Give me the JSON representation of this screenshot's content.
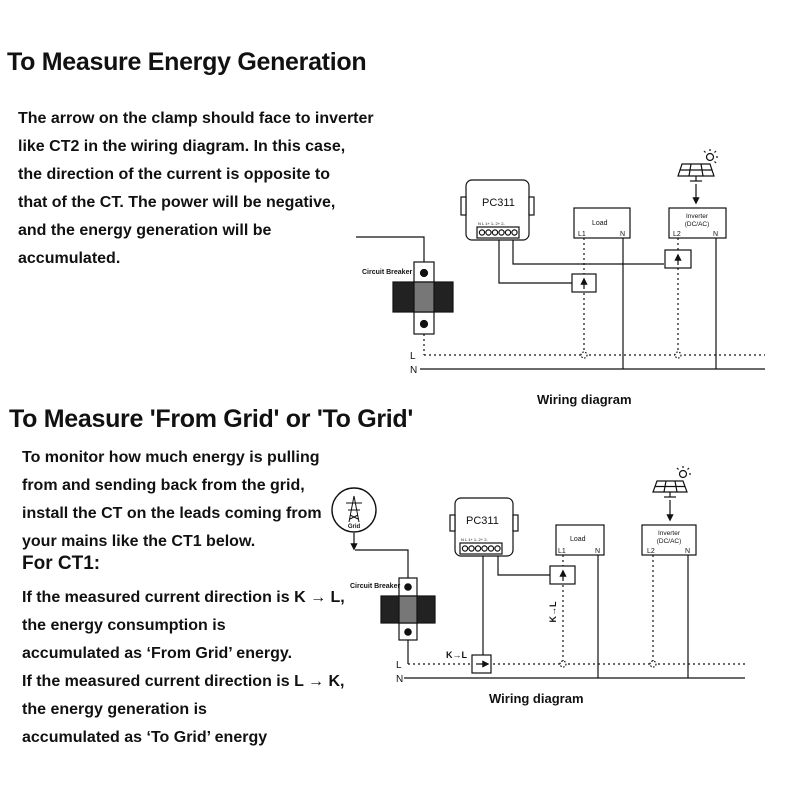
{
  "section1": {
    "title": "To Measure Energy Generation",
    "paragraph": [
      "The arrow on the clamp should face to inverter",
      "like CT2 in the wiring diagram. In this case,",
      "the direction of the current is opposite to",
      "that of the CT. The power will be negative,",
      "and the energy generation will be",
      "accumulated."
    ],
    "diagram": {
      "device_label": "PC311",
      "terminal_labels": "N  L  1+ 1- 2+ 2-",
      "breaker_label": "Circuit Breaker",
      "load_label": "Load",
      "load_l": "L1",
      "load_n": "N",
      "inverter_label_1": "Inverter",
      "inverter_label_2": "(DC/AC)",
      "inverter_l": "L2",
      "inverter_n": "N",
      "line_l": "L",
      "line_n": "N",
      "caption": "Wiring diagram"
    }
  },
  "section2": {
    "title": "To Measure 'From Grid' or 'To Grid'",
    "paragraph": [
      "To monitor how much energy is pulling",
      "from and sending back from the grid,",
      "install the CT on the leads coming from",
      "your mains like the CT1 below."
    ],
    "subheading": "For CT1:",
    "details": [
      "If the measured current direction is K → L,",
      "the energy consumption is",
      "accumulated as ‘From Grid’ energy.",
      "If the measured current direction is L → K,",
      "the energy generation is",
      "accumulated as ‘To Grid’ energy"
    ],
    "diagram": {
      "grid_label": "Grid",
      "device_label": "PC311",
      "terminal_labels": "N  L  1+ 1- 2+ 2-",
      "breaker_label": "Circuit Breaker",
      "load_label": "Load",
      "load_l": "L1",
      "load_n": "N",
      "inverter_label_1": "Inverter",
      "inverter_label_2": "(DC/AC)",
      "inverter_l": "L2",
      "inverter_n": "N",
      "kl_vertical": "K→L",
      "kl_horizontal": "K→L",
      "line_l": "L",
      "line_n": "N",
      "caption": "Wiring diagram"
    }
  }
}
